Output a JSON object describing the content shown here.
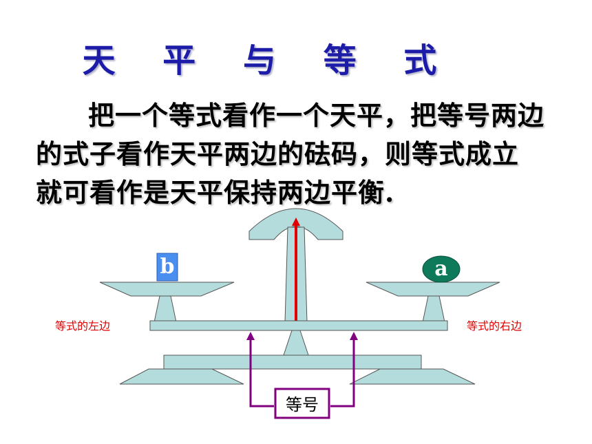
{
  "slide": {
    "title": "天 平 与 等 式",
    "paragraph": "把一个等式看作一个天平，把等号两边的式子看作天平两边的砝码，则等式成立就可看作是天平保持两边平衡."
  },
  "diagram": {
    "left_label": "等式的左边",
    "right_label": "等式的右边",
    "equal_sign_label": "等号",
    "weight_left": "b",
    "weight_right": "a"
  },
  "colors": {
    "title": "#1c1ca8",
    "scale_fill": "#b5dcdc",
    "label_red": "#e00000",
    "pointer_red": "#e00000",
    "bracket_purple": "#800080",
    "weight_b": "#4a8ef0",
    "weight_a": "#0f7a5a"
  }
}
